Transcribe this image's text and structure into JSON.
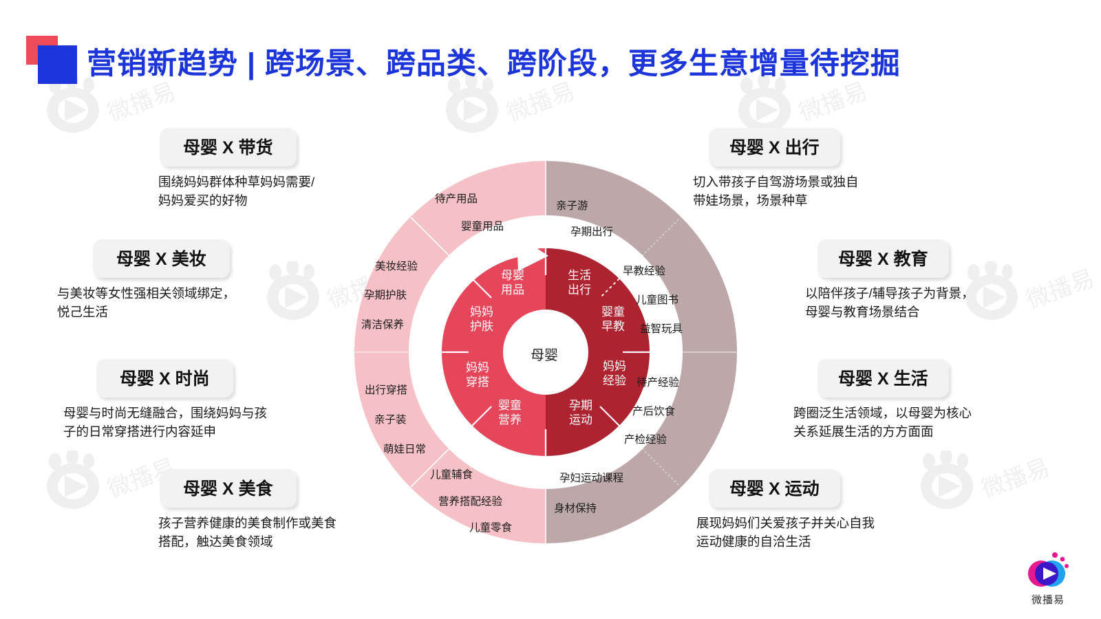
{
  "header": {
    "title": "营销新趋势 | 跨场景、跨品类、跨阶段，更多生意增量待挖掘",
    "accent_blue": "#1B35DB",
    "accent_red": "#ED4C58"
  },
  "wheel": {
    "hub_label": "母婴",
    "colors": {
      "outer_left": "#F5C1C6",
      "outer_right": "#BCA7A9",
      "inner_left": "#E5465A",
      "inner_right": "#AD2330",
      "ring_gap": "#FFFFFF",
      "hub": "#FFFFFF"
    },
    "inner_segments": [
      {
        "label": "母婴\n用品",
        "side": "left"
      },
      {
        "label": "妈妈\n护肤",
        "side": "left"
      },
      {
        "label": "妈妈\n穿搭",
        "side": "left"
      },
      {
        "label": "婴童\n营养",
        "side": "left"
      },
      {
        "label": "生活\n出行",
        "side": "right"
      },
      {
        "label": "婴童\n早教",
        "side": "right"
      },
      {
        "label": "妈妈\n经验",
        "side": "right"
      },
      {
        "label": "孕期\n运动",
        "side": "right"
      }
    ],
    "outer_groups": [
      {
        "side": "left",
        "items": [
          "待产用品",
          "婴童用品"
        ]
      },
      {
        "side": "left",
        "items": [
          "美妆经验",
          "孕期护肤",
          "清洁保养"
        ]
      },
      {
        "side": "left",
        "items": [
          "出行穿搭",
          "亲子装",
          "萌娃日常"
        ]
      },
      {
        "side": "left",
        "items": [
          "儿童辅食",
          "营养搭配经验",
          "儿童零食"
        ]
      },
      {
        "side": "right",
        "items": [
          "亲子游",
          "孕期出行"
        ]
      },
      {
        "side": "right",
        "items": [
          "早教经验",
          "儿童图书",
          "益智玩具"
        ]
      },
      {
        "side": "right",
        "items": [
          "待产经验",
          "产后饮食",
          "产检经验"
        ]
      },
      {
        "side": "right",
        "items": [
          "孕妇运动课程",
          "身材保持"
        ]
      }
    ],
    "outer_labels": {
      "l1a": "待产用品",
      "l1b": "婴童用品",
      "l2a": "美妆经验",
      "l2b": "孕期护肤",
      "l2c": "清洁保养",
      "l3a": "出行穿搭",
      "l3b": "亲子装",
      "l3c": "萌娃日常",
      "l4a": "儿童辅食",
      "l4b": "营养搭配经验",
      "l4c": "儿童零食",
      "r1a": "亲子游",
      "r1b": "孕期出行",
      "r2a": "早教经验",
      "r2b": "儿童图书",
      "r2c": "益智玩具",
      "r3a": "待产经验",
      "r3b": "产后饮食",
      "r3c": "产检经验",
      "r4a": "孕妇运动课程",
      "r4b": "身材保持"
    },
    "inner_labels": {
      "i1a": "母婴",
      "i1b": "用品",
      "i2a": "妈妈",
      "i2b": "护肤",
      "i3a": "妈妈",
      "i3b": "穿搭",
      "i4a": "婴童",
      "i4b": "营养",
      "i5a": "生活",
      "i5b": "出行",
      "i6a": "婴童",
      "i6b": "早教",
      "i7a": "妈妈",
      "i7b": "经验",
      "i8a": "孕期",
      "i8b": "运动"
    }
  },
  "cards": {
    "left": [
      {
        "title": "母婴 X 带货",
        "desc": "围绕妈妈群体种草妈妈需要/\n妈妈爱买的好物"
      },
      {
        "title": "母婴 X 美妆",
        "desc": "与美妆等女性强相关领域绑定，\n悦己生活"
      },
      {
        "title": "母婴 X 时尚",
        "desc": "母婴与时尚无缝融合，围绕妈妈与孩\n子的日常穿搭进行内容延申"
      },
      {
        "title": "母婴 X 美食",
        "desc": "孩子营养健康的美食制作或美食\n搭配，触达美食领域"
      }
    ],
    "right": [
      {
        "title": "母婴 X 出行",
        "desc": "切入带孩子自驾游场景或独自\n带娃场景，场景种草"
      },
      {
        "title": "母婴 X 教育",
        "desc": "以陪伴孩子/辅导孩子为背景，\n母婴与教育场景结合"
      },
      {
        "title": "母婴 X 生活",
        "desc": "跨圈泛生活领域，以母婴为核心\n关系延展生活的方方面面"
      },
      {
        "title": "母婴 X 运动",
        "desc": "展现妈妈们关爱孩子并关心自我\n运动健康的自洽生活"
      }
    ]
  },
  "footer": {
    "brand": "微播易"
  },
  "watermark": {
    "text": "微播易"
  }
}
